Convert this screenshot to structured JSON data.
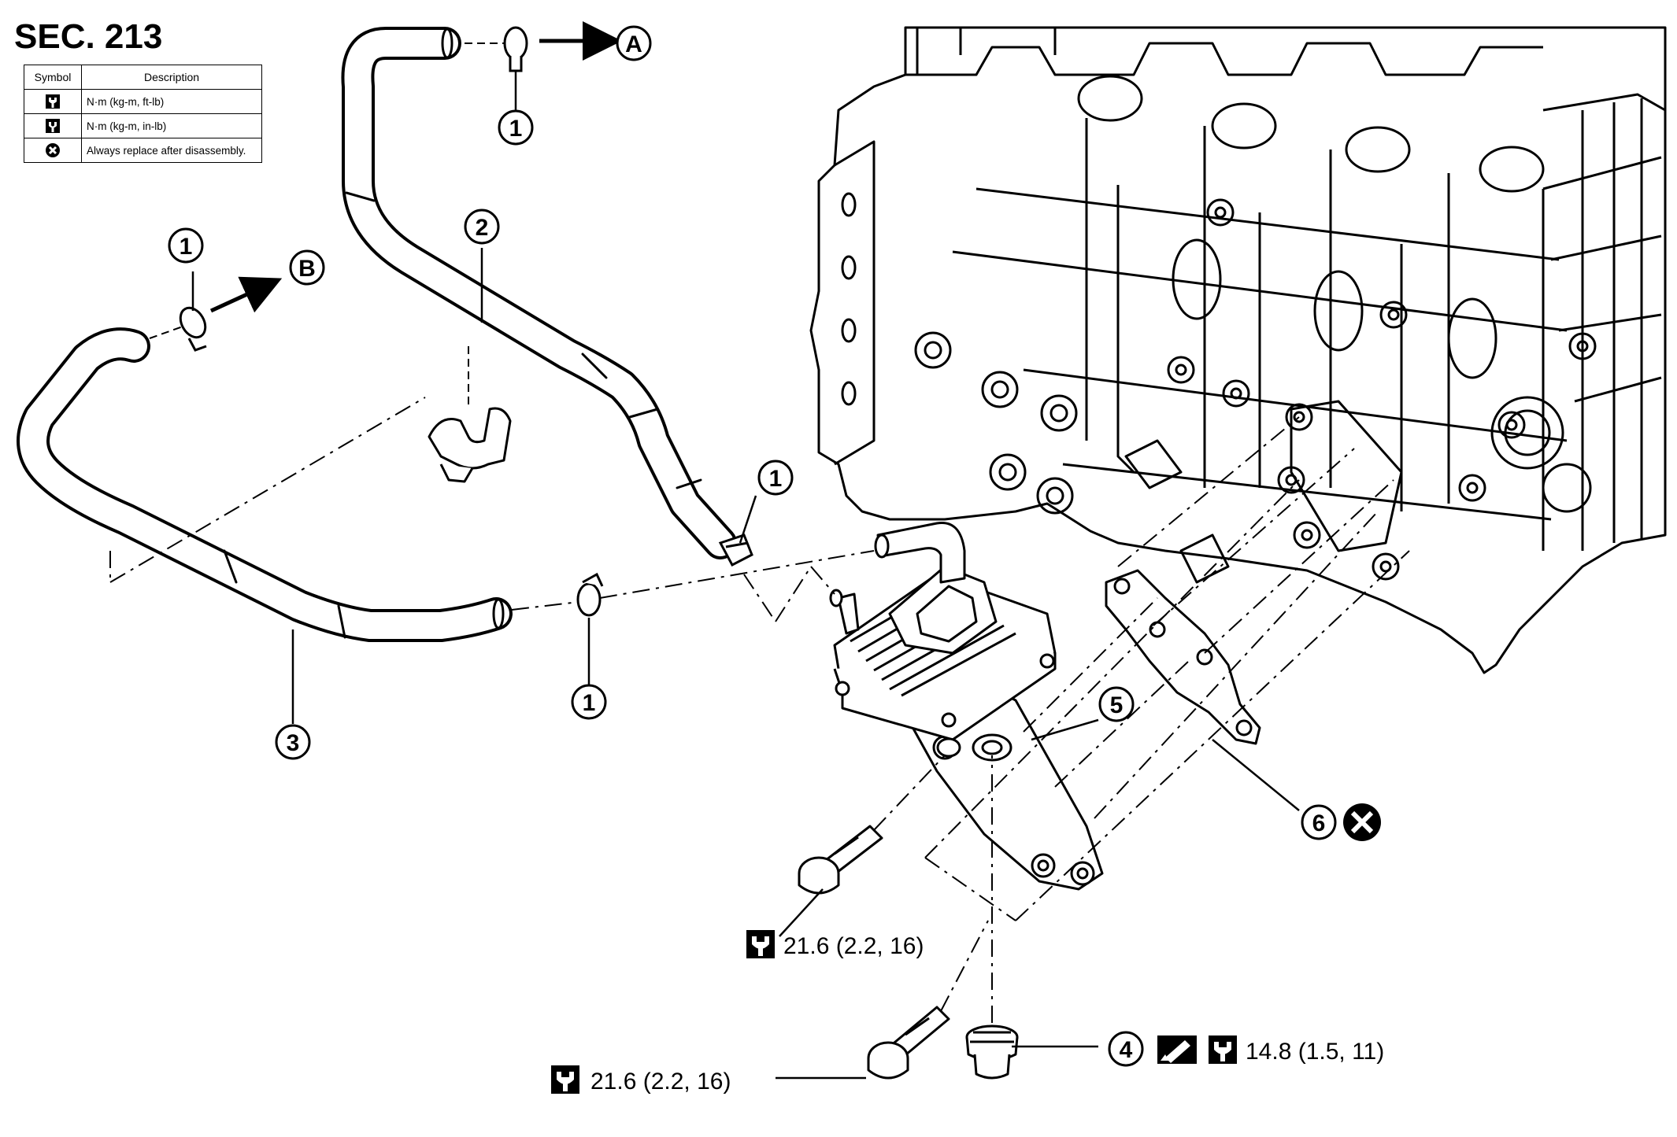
{
  "section_title": "SEC. 213",
  "legend": {
    "header_symbol": "Symbol",
    "header_description": "Description",
    "rows": [
      {
        "icon": "torque-wrench-icon",
        "description": "N·m (kg-m, ft-lb)"
      },
      {
        "icon": "torque-wrench-filled-icon",
        "description": "N·m (kg-m, in-lb)"
      },
      {
        "icon": "replace-x-icon",
        "description": "Always replace after disassembly."
      }
    ]
  },
  "callouts": {
    "c1_top": "1",
    "c1_left": "1",
    "c1_mid": "1",
    "c1_bottom": "1",
    "c2": "2",
    "c3": "3",
    "c4": "4",
    "c5": "5",
    "c6": "6",
    "ref_a": "A",
    "ref_b": "B"
  },
  "torque_specs": {
    "bolt_upper": "21.6 (2.2, 16)",
    "bolt_lower": "21.6 (2.2, 16)",
    "connector": "14.8 (1.5, 11)"
  },
  "icons": {
    "torque": "torque-wrench-icon",
    "sealant": "sealant-icon",
    "replace": "replace-x-icon"
  }
}
